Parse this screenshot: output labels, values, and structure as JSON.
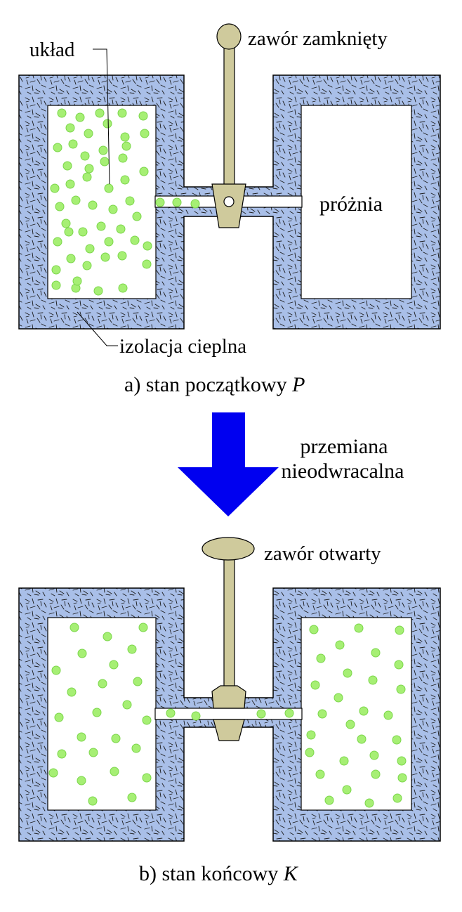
{
  "labels": {
    "system": "układ",
    "valve_closed": "zawór zamknięty",
    "vacuum": "próżnia",
    "insulation": "izolacja cieplna",
    "state_initial_prefix": "a) stan początkowy ",
    "state_initial_symbol": "P",
    "process_line1": "przemiana",
    "process_line2": "nieodwracalna",
    "valve_open": "zawór otwarty",
    "state_final_prefix": "b) stan końcowy ",
    "state_final_symbol": "K"
  },
  "colors": {
    "insulation_fill": "#A9BFE8",
    "cavity_fill": "#FFFFFF",
    "hatch_stroke": "#1a1a1a",
    "outline": "#000000",
    "valve_fill": "#CFCA9C",
    "particle_fill": "#A6EF74",
    "particle_stroke": "#7BD64A",
    "arrow_fill": "#0000F0"
  }
}
